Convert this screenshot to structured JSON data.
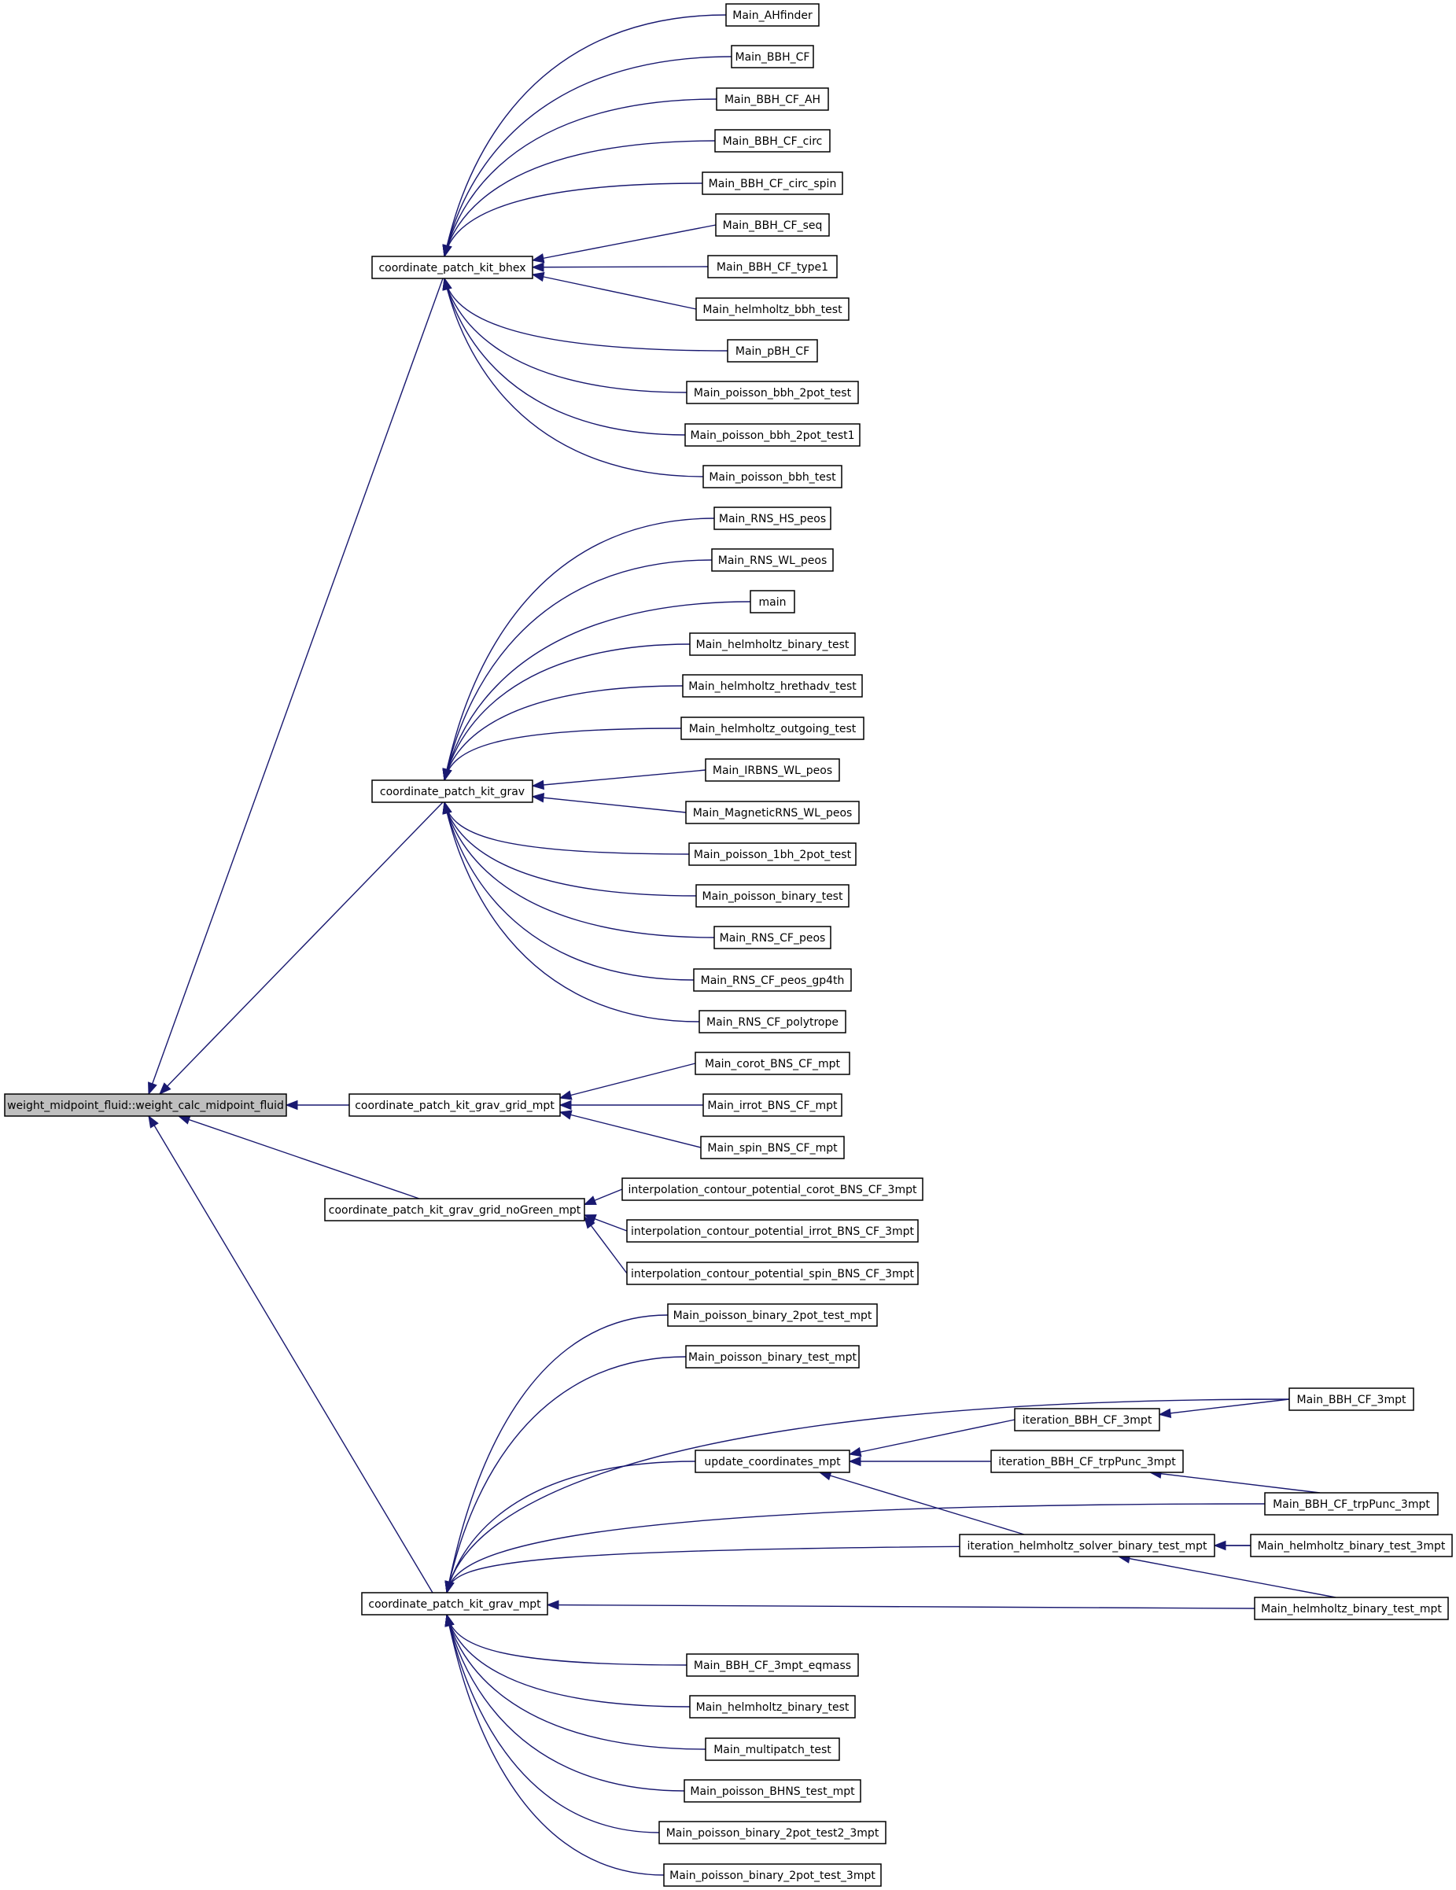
{
  "graph": {
    "root": "weight_midpoint_fluid::weight_calc_midpoint_fluid",
    "nodes": [
      {
        "id": "root",
        "label": "weight_midpoint_fluid::weight_calc_midpoint_fluid",
        "root": true
      },
      {
        "id": "bhex",
        "label": "coordinate_patch_kit_bhex"
      },
      {
        "id": "grav",
        "label": "coordinate_patch_kit_grav"
      },
      {
        "id": "gridmpt",
        "label": "coordinate_patch_kit_grav_grid_mpt"
      },
      {
        "id": "nogreen",
        "label": "coordinate_patch_kit_grav_grid_noGreen_mpt"
      },
      {
        "id": "gravmpt",
        "label": "coordinate_patch_kit_grav_mpt"
      },
      {
        "id": "b1",
        "label": "Main_AHfinder"
      },
      {
        "id": "b2",
        "label": "Main_BBH_CF"
      },
      {
        "id": "b3",
        "label": "Main_BBH_CF_AH"
      },
      {
        "id": "b4",
        "label": "Main_BBH_CF_circ"
      },
      {
        "id": "b5",
        "label": "Main_BBH_CF_circ_spin"
      },
      {
        "id": "b6",
        "label": "Main_BBH_CF_seq"
      },
      {
        "id": "b7",
        "label": "Main_BBH_CF_type1"
      },
      {
        "id": "b8",
        "label": "Main_helmholtz_bbh_test"
      },
      {
        "id": "b9",
        "label": "Main_pBH_CF"
      },
      {
        "id": "b10",
        "label": "Main_poisson_bbh_2pot_test"
      },
      {
        "id": "b11",
        "label": "Main_poisson_bbh_2pot_test1"
      },
      {
        "id": "b12",
        "label": "Main_poisson_bbh_test"
      },
      {
        "id": "g1",
        "label": "Main_RNS_HS_peos"
      },
      {
        "id": "g2",
        "label": "Main_RNS_WL_peos"
      },
      {
        "id": "g3",
        "label": "main"
      },
      {
        "id": "g4",
        "label": "Main_helmholtz_binary_test"
      },
      {
        "id": "g5",
        "label": "Main_helmholtz_hrethadv_test"
      },
      {
        "id": "g6",
        "label": "Main_helmholtz_outgoing_test"
      },
      {
        "id": "g7",
        "label": "Main_IRBNS_WL_peos"
      },
      {
        "id": "g8",
        "label": "Main_MagneticRNS_WL_peos"
      },
      {
        "id": "g9",
        "label": "Main_poisson_1bh_2pot_test"
      },
      {
        "id": "g10",
        "label": "Main_poisson_binary_test"
      },
      {
        "id": "g11",
        "label": "Main_RNS_CF_peos"
      },
      {
        "id": "g12",
        "label": "Main_RNS_CF_peos_gp4th"
      },
      {
        "id": "g13",
        "label": "Main_RNS_CF_polytrope"
      },
      {
        "id": "m1",
        "label": "Main_corot_BNS_CF_mpt"
      },
      {
        "id": "m2",
        "label": "Main_irrot_BNS_CF_mpt"
      },
      {
        "id": "m3",
        "label": "Main_spin_BNS_CF_mpt"
      },
      {
        "id": "n1",
        "label": "interpolation_contour_potential_corot_BNS_CF_3mpt"
      },
      {
        "id": "n2",
        "label": "interpolation_contour_potential_irrot_BNS_CF_3mpt"
      },
      {
        "id": "n3",
        "label": "interpolation_contour_potential_spin_BNS_CF_3mpt"
      },
      {
        "id": "p1",
        "label": "Main_poisson_binary_2pot_test_mpt"
      },
      {
        "id": "p2",
        "label": "Main_poisson_binary_test_mpt"
      },
      {
        "id": "upd",
        "label": "update_coordinates_mpt"
      },
      {
        "id": "it3",
        "label": "iteration_BBH_CF_3mpt"
      },
      {
        "id": "ittrp",
        "label": "iteration_BBH_CF_trpPunc_3mpt"
      },
      {
        "id": "ithelm",
        "label": "iteration_helmholtz_solver_binary_test_mpt"
      },
      {
        "id": "bbh3",
        "label": "Main_BBH_CF_3mpt"
      },
      {
        "id": "bbhtrp",
        "label": "Main_BBH_CF_trpPunc_3mpt"
      },
      {
        "id": "hb3",
        "label": "Main_helmholtz_binary_test_3mpt"
      },
      {
        "id": "hbm",
        "label": "Main_helmholtz_binary_test_mpt"
      },
      {
        "id": "p3",
        "label": "Main_BBH_CF_3mpt_eqmass"
      },
      {
        "id": "p4",
        "label": "Main_helmholtz_binary_test"
      },
      {
        "id": "p5",
        "label": "Main_multipatch_test"
      },
      {
        "id": "p6",
        "label": "Main_poisson_BHNS_test_mpt"
      },
      {
        "id": "p7",
        "label": "Main_poisson_binary_2pot_test2_3mpt"
      },
      {
        "id": "p8",
        "label": "Main_poisson_binary_2pot_test_3mpt"
      }
    ],
    "edges": [
      [
        "bhex",
        "root"
      ],
      [
        "grav",
        "root"
      ],
      [
        "gridmpt",
        "root"
      ],
      [
        "nogreen",
        "root"
      ],
      [
        "gravmpt",
        "root"
      ],
      [
        "b1",
        "bhex"
      ],
      [
        "b2",
        "bhex"
      ],
      [
        "b3",
        "bhex"
      ],
      [
        "b4",
        "bhex"
      ],
      [
        "b5",
        "bhex"
      ],
      [
        "b6",
        "bhex"
      ],
      [
        "b7",
        "bhex"
      ],
      [
        "b8",
        "bhex"
      ],
      [
        "b9",
        "bhex"
      ],
      [
        "b10",
        "bhex"
      ],
      [
        "b11",
        "bhex"
      ],
      [
        "b12",
        "bhex"
      ],
      [
        "g1",
        "grav"
      ],
      [
        "g2",
        "grav"
      ],
      [
        "g3",
        "grav"
      ],
      [
        "g4",
        "grav"
      ],
      [
        "g5",
        "grav"
      ],
      [
        "g6",
        "grav"
      ],
      [
        "g7",
        "grav"
      ],
      [
        "g8",
        "grav"
      ],
      [
        "g9",
        "grav"
      ],
      [
        "g10",
        "grav"
      ],
      [
        "g11",
        "grav"
      ],
      [
        "g12",
        "grav"
      ],
      [
        "g13",
        "grav"
      ],
      [
        "m1",
        "gridmpt"
      ],
      [
        "m2",
        "gridmpt"
      ],
      [
        "m3",
        "gridmpt"
      ],
      [
        "n1",
        "nogreen"
      ],
      [
        "n2",
        "nogreen"
      ],
      [
        "n3",
        "nogreen"
      ],
      [
        "p1",
        "gravmpt"
      ],
      [
        "p2",
        "gravmpt"
      ],
      [
        "bbh3",
        "gravmpt"
      ],
      [
        "upd",
        "gravmpt"
      ],
      [
        "bbhtrp",
        "gravmpt"
      ],
      [
        "hb3",
        "gravmpt"
      ],
      [
        "hbm",
        "gravmpt"
      ],
      [
        "p3",
        "gravmpt"
      ],
      [
        "p4",
        "gravmpt"
      ],
      [
        "p5",
        "gravmpt"
      ],
      [
        "p6",
        "gravmpt"
      ],
      [
        "p7",
        "gravmpt"
      ],
      [
        "p8",
        "gravmpt"
      ],
      [
        "it3",
        "upd"
      ],
      [
        "ittrp",
        "upd"
      ],
      [
        "ithelm",
        "upd"
      ],
      [
        "bbh3",
        "it3"
      ],
      [
        "bbhtrp",
        "ittrp"
      ],
      [
        "hb3",
        "ithelm"
      ],
      [
        "hbm",
        "ithelm"
      ]
    ]
  }
}
